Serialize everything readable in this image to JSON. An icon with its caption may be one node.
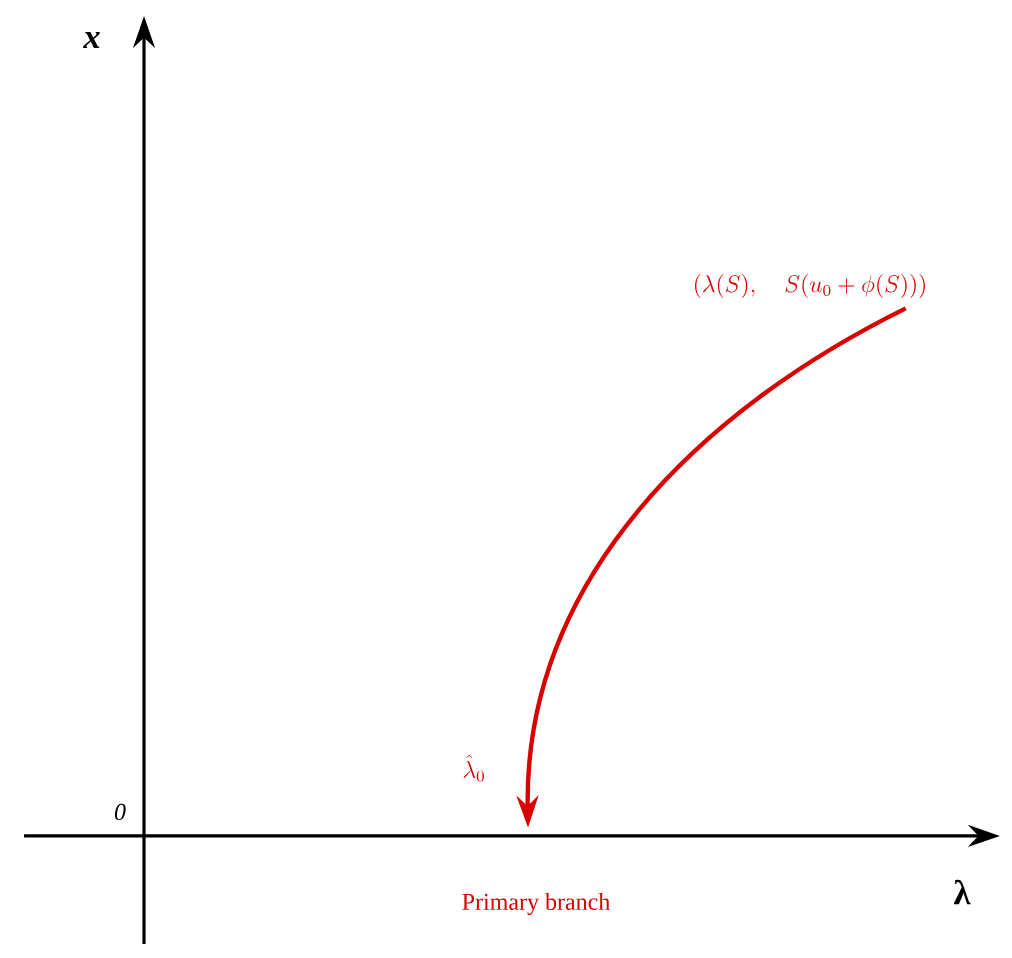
{
  "diagram": {
    "nodes": [
      {
        "text": [
          "(\\lambda(S),\\quad S(u_0+\\phi(S)))"
        ]
      },
      {
        "text": [
          "\\hat{\\lambda}_0"
        ]
      }
    ],
    "edges": [
      {
        "from": 0,
        "to": 1,
        "arrow": "to"
      }
    ],
    "labels": [
      "x",
      "λ",
      "0",
      "Primary branch"
    ]
  }
}
